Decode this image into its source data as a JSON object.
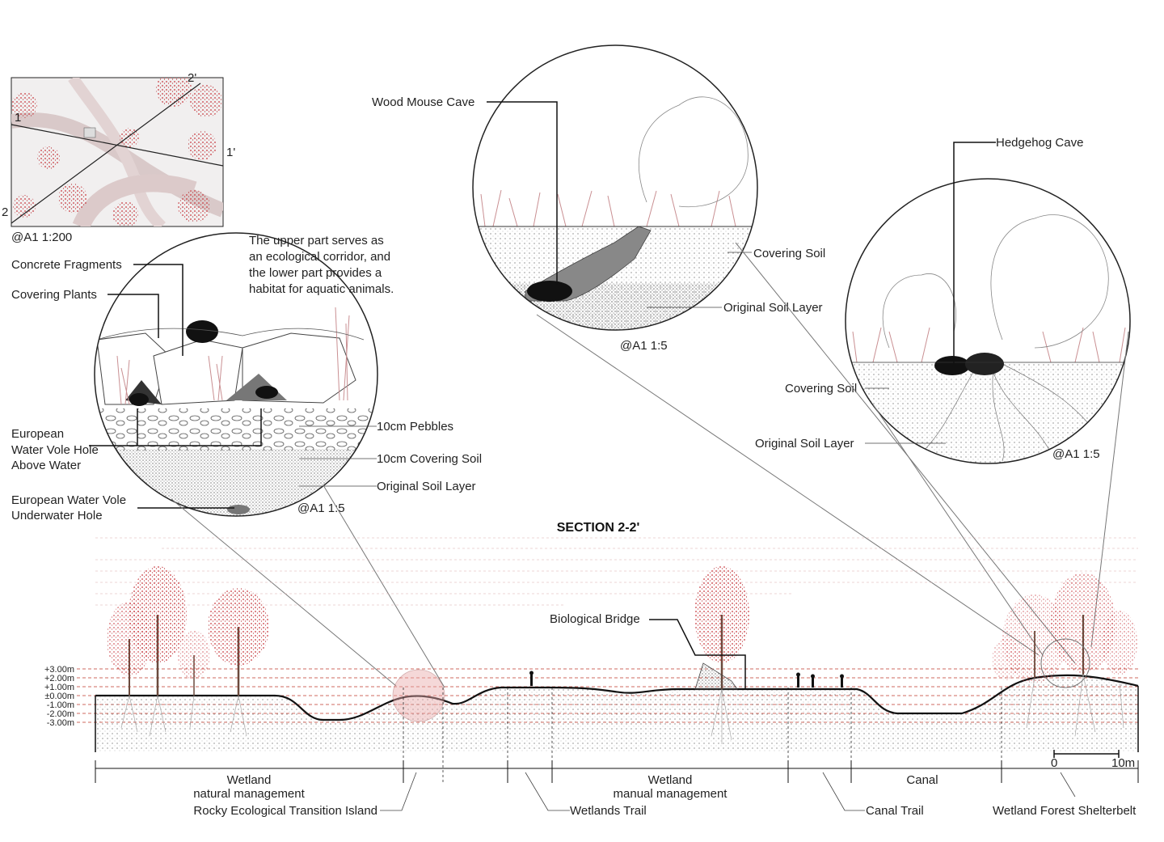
{
  "key_plan": {
    "scale": "@A1 1:200",
    "markers": [
      "1",
      "1'",
      "2",
      "2'"
    ]
  },
  "detail_left": {
    "scale": "@A1 1:5",
    "note": [
      "The upper part serves as",
      "an ecological corridor, and",
      "the lower part provides a",
      "habitat for aquatic animals."
    ],
    "labels": {
      "concrete": "Concrete Fragments",
      "plants": "Covering Plants",
      "vole_above": [
        "European",
        "Water Vole Hole",
        "Above Water"
      ],
      "pebbles": "10cm Pebbles",
      "cover_soil": "10cm Covering Soil",
      "orig_soil": "Original Soil Layer",
      "vole_under": [
        "European Water Vole",
        "Underwater Hole"
      ]
    }
  },
  "detail_middle": {
    "scale": "@A1 1:5",
    "labels": {
      "cave": "Wood Mouse Cave",
      "cover_soil": "Covering Soil",
      "orig_soil": "Original Soil Layer"
    }
  },
  "detail_right": {
    "scale": "@A1 1:5",
    "labels": {
      "cave": "Hedgehog Cave",
      "cover_soil": "Covering Soil",
      "orig_soil": "Original Soil Layer"
    }
  },
  "section": {
    "title": "SECTION 2-2'",
    "elevations": [
      "+3.00m",
      "+2.00m",
      "+1.00m",
      "±0.00m",
      "-1.00m",
      "-2.00m",
      "-3.00m"
    ],
    "bridge_label": "Biological Bridge",
    "zones": {
      "wetland_natural": [
        "Wetland",
        "natural management"
      ],
      "wetland_manual": [
        "Wetland",
        "manual management"
      ],
      "canal": "Canal",
      "rocky": "Rocky Ecological Transition Island",
      "wetlands_trail": "Wetlands Trail",
      "canal_trail": "Canal Trail",
      "shelterbelt": "Wetland Forest Shelterbelt"
    },
    "scale_bar": [
      "0",
      "10m"
    ]
  },
  "colors": {
    "tree_red": "#c8343a",
    "pink_grass": "#c98f92",
    "water_red": "#e9a9ab",
    "ink": "#111111"
  }
}
